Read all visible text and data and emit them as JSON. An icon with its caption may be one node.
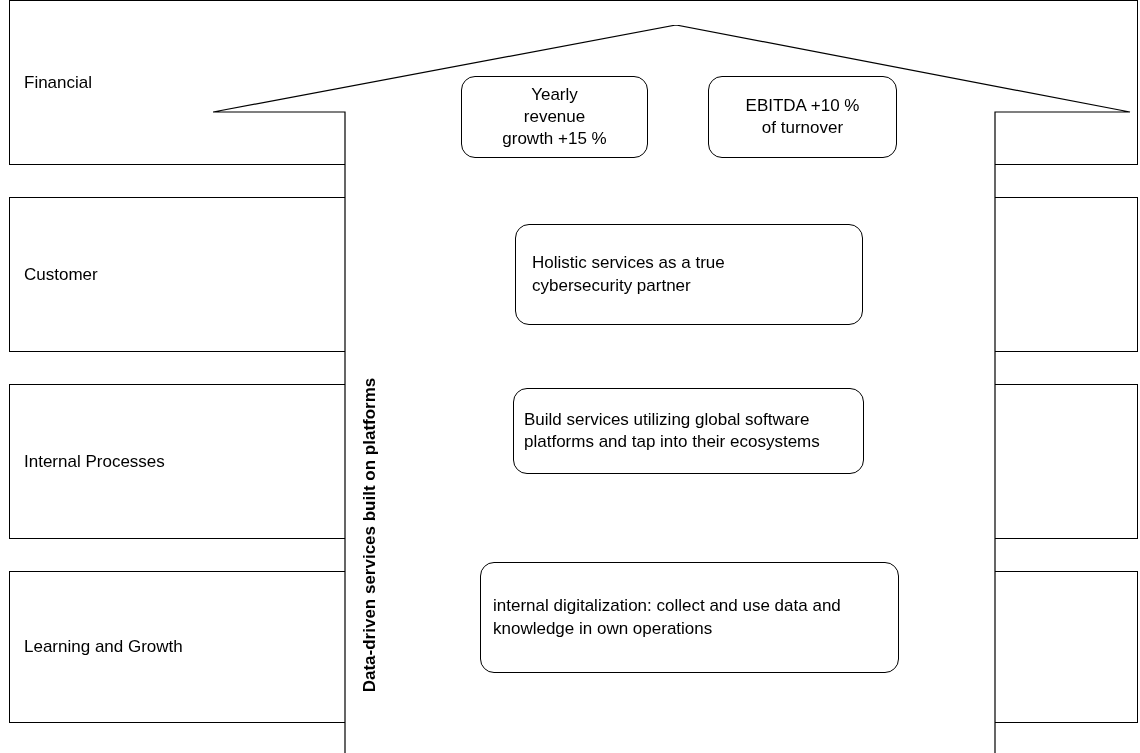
{
  "diagram": {
    "nodes": [
      {
        "text": [
          "Financial"
        ]
      },
      {
        "text": [
          "Customer"
        ]
      },
      {
        "text": [
          "Internal Processes"
        ]
      },
      {
        "text": [
          "Learning and Growth"
        ]
      },
      {
        "text": [
          "Data-driven services built on platforms"
        ]
      },
      {
        "text": [
          "Yearly revenue growth +15 %"
        ]
      },
      {
        "text": [
          "EBITDA +10 % of turnover"
        ]
      },
      {
        "text": [
          "Holistic services as a true cybersecurity partner"
        ],
        "in": 4
      },
      {
        "text": [
          "Build services utilizing global software platforms and tap into their ecosystems"
        ],
        "in": 4
      },
      {
        "text": [
          "internal digitalization: collect and use data and knowledge in own operations"
        ],
        "in": 4
      },
      {
        "text": [],
        "shape": "box"
      },
      {
        "text": [],
        "shape": "box"
      },
      {
        "text": [],
        "shape": "box"
      }
    ],
    "edges": []
  }
}
